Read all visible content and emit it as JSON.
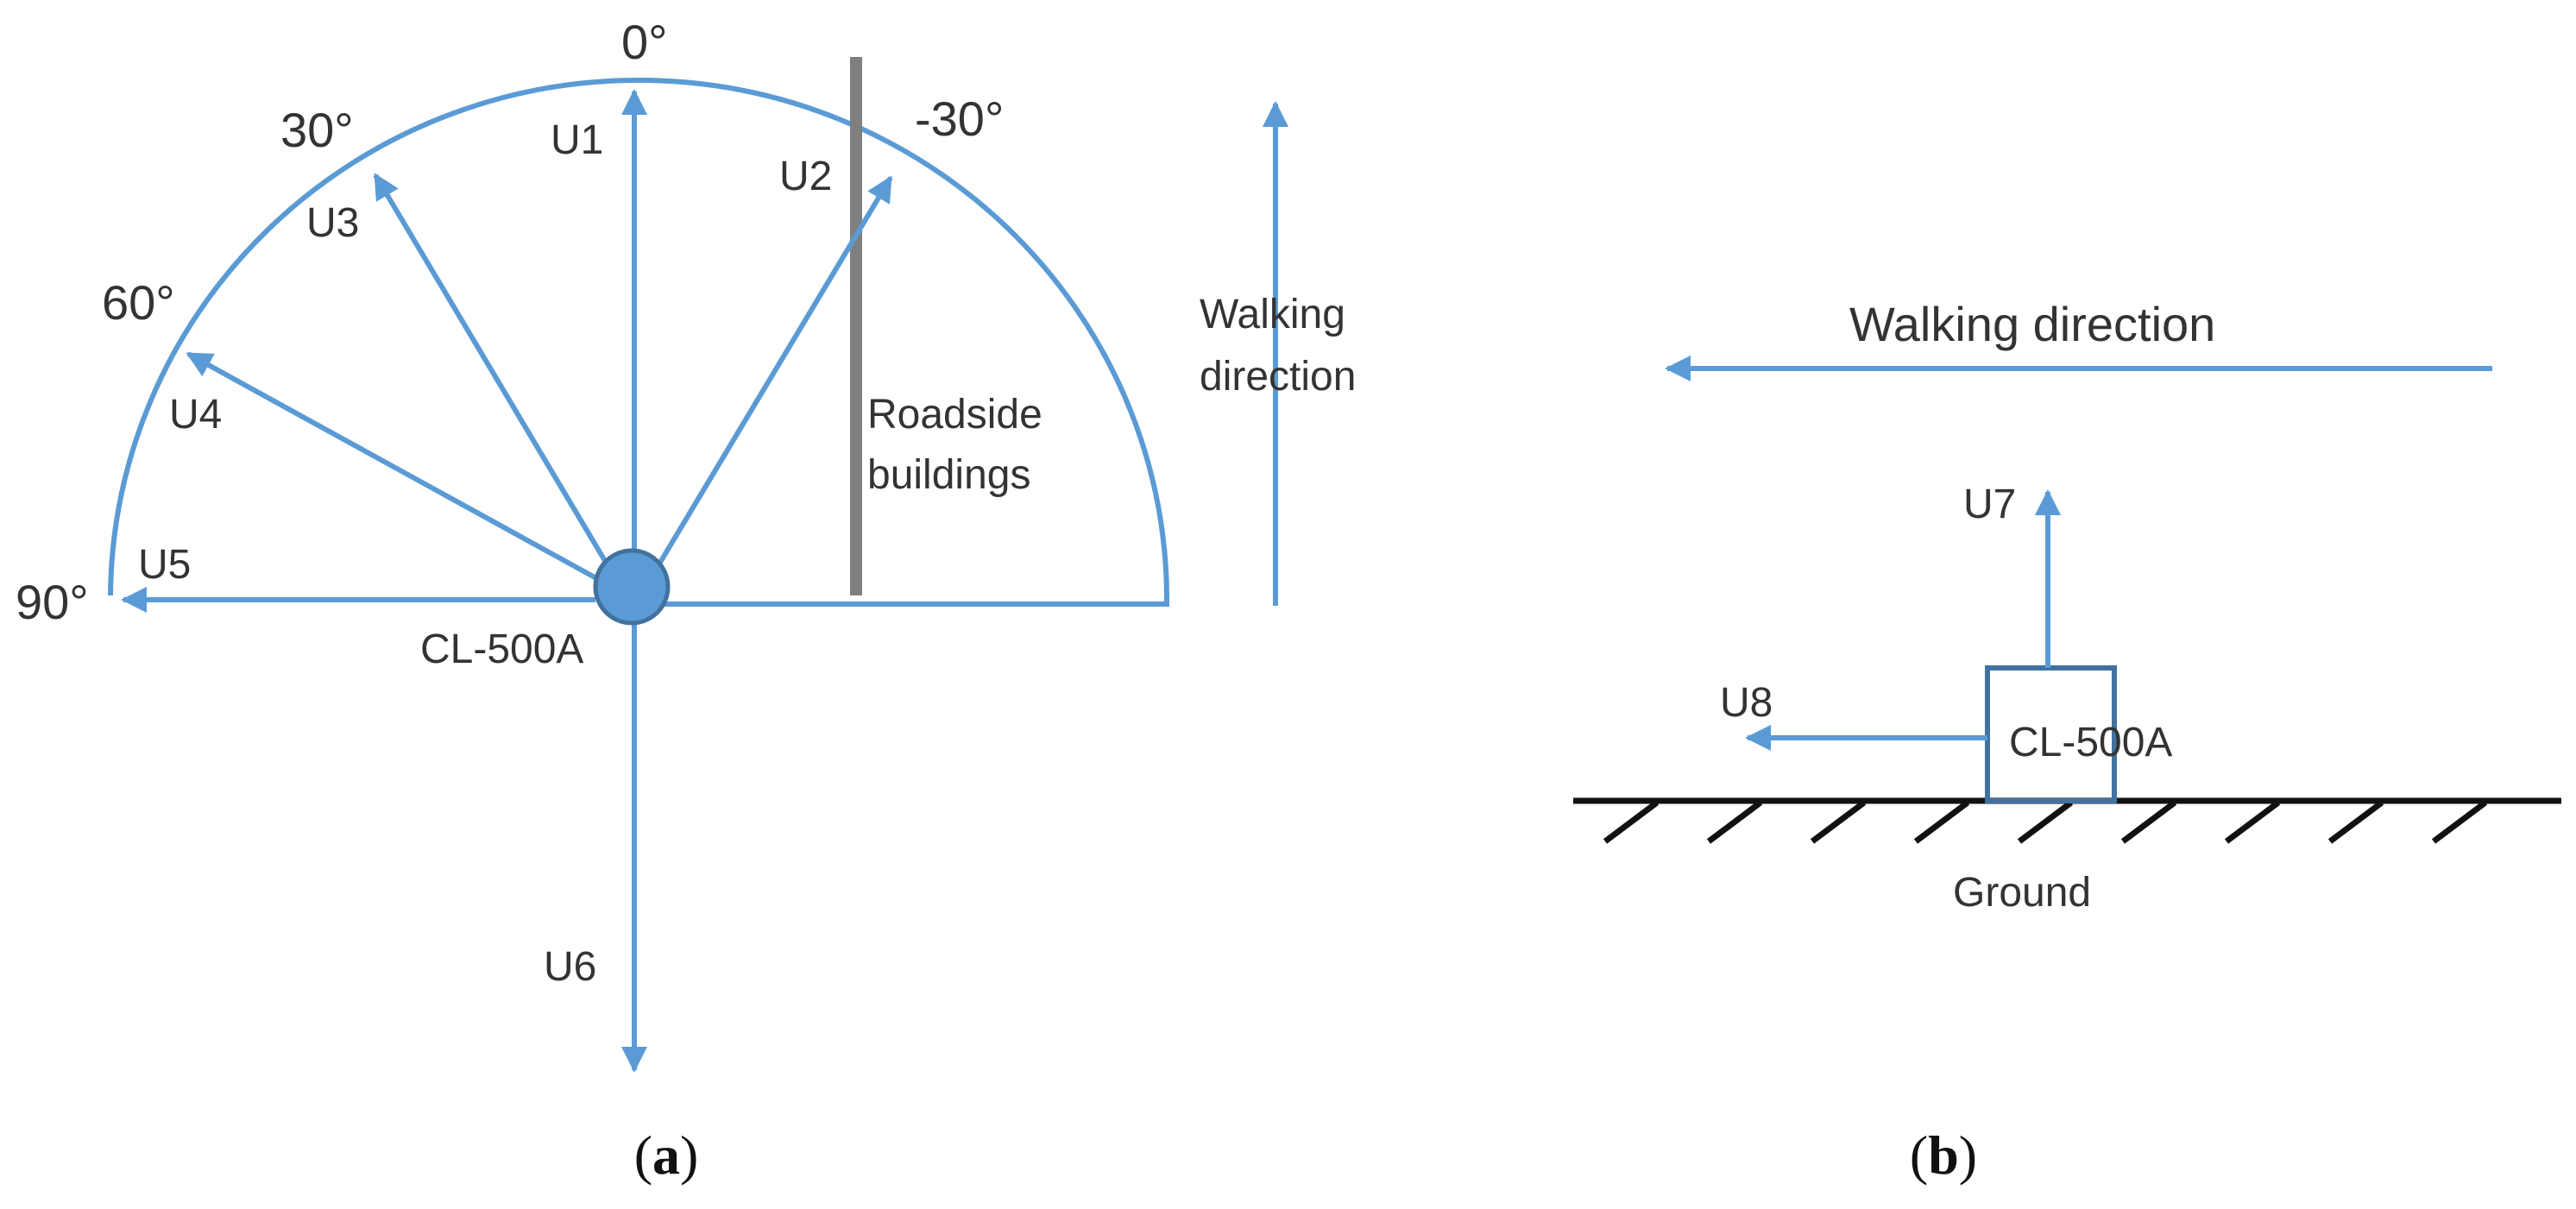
{
  "panel_a": {
    "angles": {
      "a0": "0°",
      "a30": "30°",
      "a_neg30": "-30°",
      "a60": "60°",
      "a90": "90°"
    },
    "arrows": {
      "u1": "U1",
      "u2": "U2",
      "u3": "U3",
      "u4": "U4",
      "u5": "U5",
      "u6": "U6"
    },
    "device": "CL-500A",
    "buildings_line1": "Roadside",
    "buildings_line2": "buildings",
    "walking_line1": "Walking",
    "walking_line2": "direction",
    "caption": "a"
  },
  "panel_b": {
    "walking": "Walking direction",
    "arrows": {
      "u7": "U7",
      "u8": "U8"
    },
    "device": "CL-500A",
    "ground": "Ground",
    "caption": "b"
  },
  "colors": {
    "accent": "#5b9bd5",
    "building": "#7f7f7f",
    "ground": "#111111"
  },
  "icons": {
    "device_a": "sensor-circle",
    "device_b": "sensor-box"
  }
}
